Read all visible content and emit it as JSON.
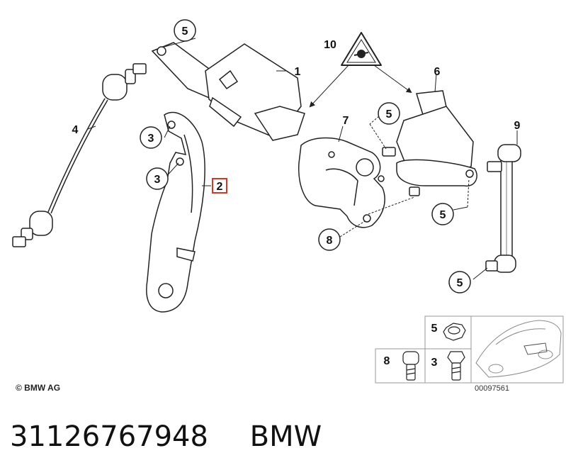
{
  "callouts": {
    "c1": "1",
    "c2": "2",
    "c3a": "3",
    "c3b": "3",
    "c4": "4",
    "c5a": "5",
    "c5b": "5",
    "c5c": "5",
    "c5d": "5",
    "c6": "6",
    "c7": "7",
    "c8": "8",
    "c9": "9",
    "c10": "10"
  },
  "inset": {
    "c5": "5",
    "c8": "8",
    "c3": "3"
  },
  "copyright": "© BMW AG",
  "reference_number": "00097561",
  "footer": {
    "part_number": "31126767948",
    "brand": "BMW"
  },
  "colors": {
    "line": "#222222",
    "highlight": "#e0302a"
  }
}
